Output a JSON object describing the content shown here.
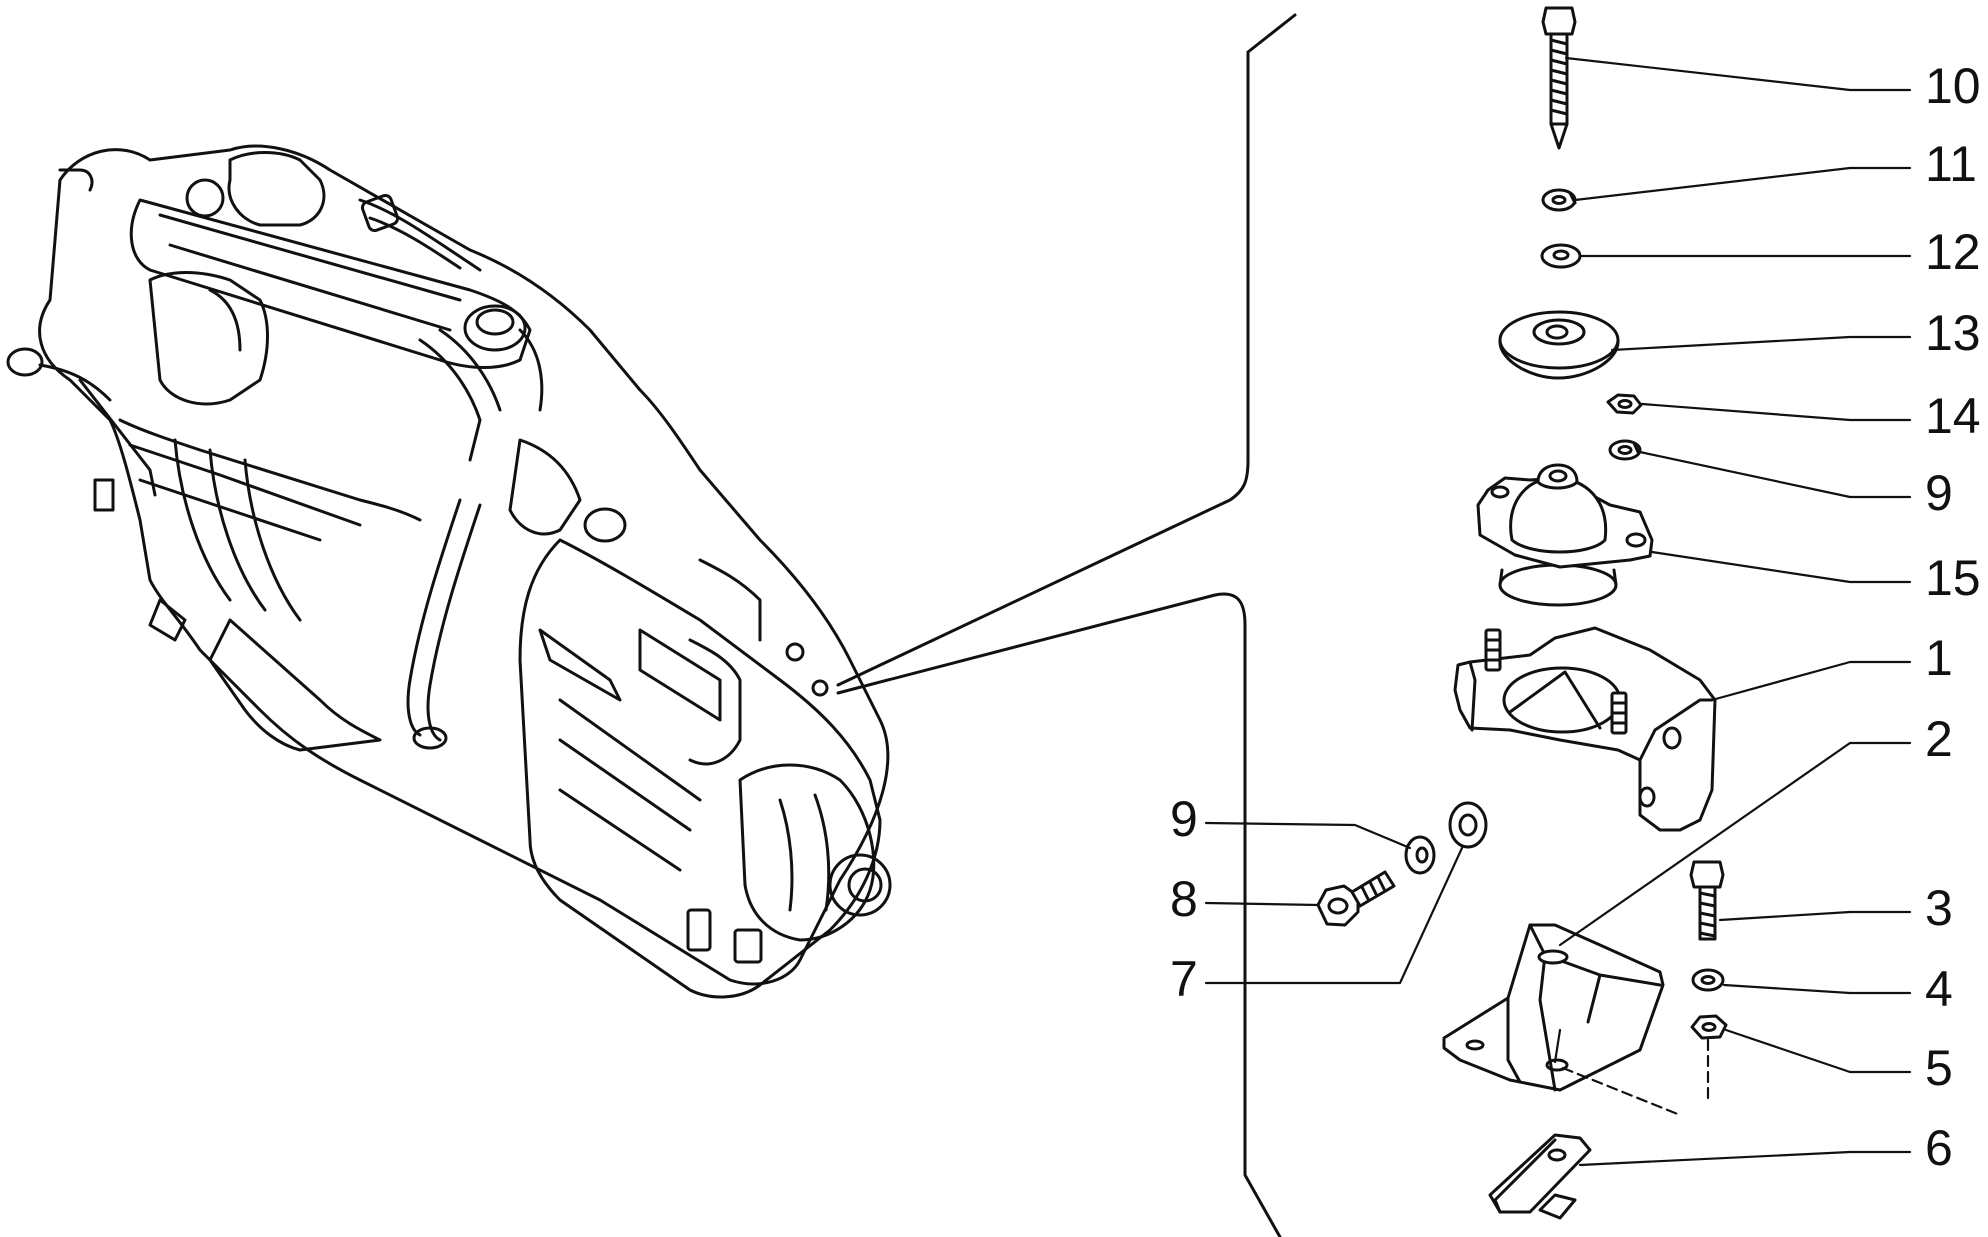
{
  "figure": {
    "callouts": [
      {
        "id": "callout-10",
        "text": "10"
      },
      {
        "id": "callout-11",
        "text": "11"
      },
      {
        "id": "callout-12",
        "text": "12"
      },
      {
        "id": "callout-13",
        "text": "13"
      },
      {
        "id": "callout-14",
        "text": "14"
      },
      {
        "id": "callout-9-upper",
        "text": "9"
      },
      {
        "id": "callout-15",
        "text": "15"
      },
      {
        "id": "callout-1",
        "text": "1"
      },
      {
        "id": "callout-2",
        "text": "2"
      },
      {
        "id": "callout-3",
        "text": "3"
      },
      {
        "id": "callout-4",
        "text": "4"
      },
      {
        "id": "callout-5",
        "text": "5"
      },
      {
        "id": "callout-6",
        "text": "6"
      },
      {
        "id": "callout-9-lower",
        "text": "9"
      },
      {
        "id": "callout-8",
        "text": "8"
      },
      {
        "id": "callout-7",
        "text": "7"
      }
    ]
  }
}
